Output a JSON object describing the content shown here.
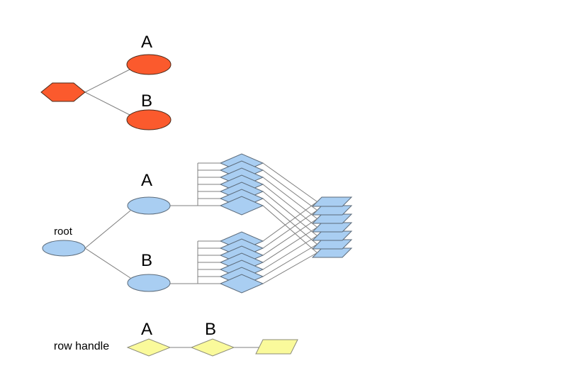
{
  "colors": {
    "orange": "#fb5a2d",
    "blue": "#a9cef2",
    "yellow": "#fafa9b",
    "edge": "#7f7f7f",
    "text": "#000000",
    "background": "#ffffff"
  },
  "diagram": {
    "top_group": {
      "root_shape": "hexagon",
      "branch_a_label": "A",
      "branch_b_label": "B"
    },
    "middle_group": {
      "root_label": "root",
      "branch_a_label": "A",
      "branch_b_label": "B",
      "diamonds_per_branch": 7,
      "result_sheets": 7
    },
    "bottom_group": {
      "label": "row handle",
      "diamond_a_label": "A",
      "diamond_b_label": "B"
    }
  }
}
